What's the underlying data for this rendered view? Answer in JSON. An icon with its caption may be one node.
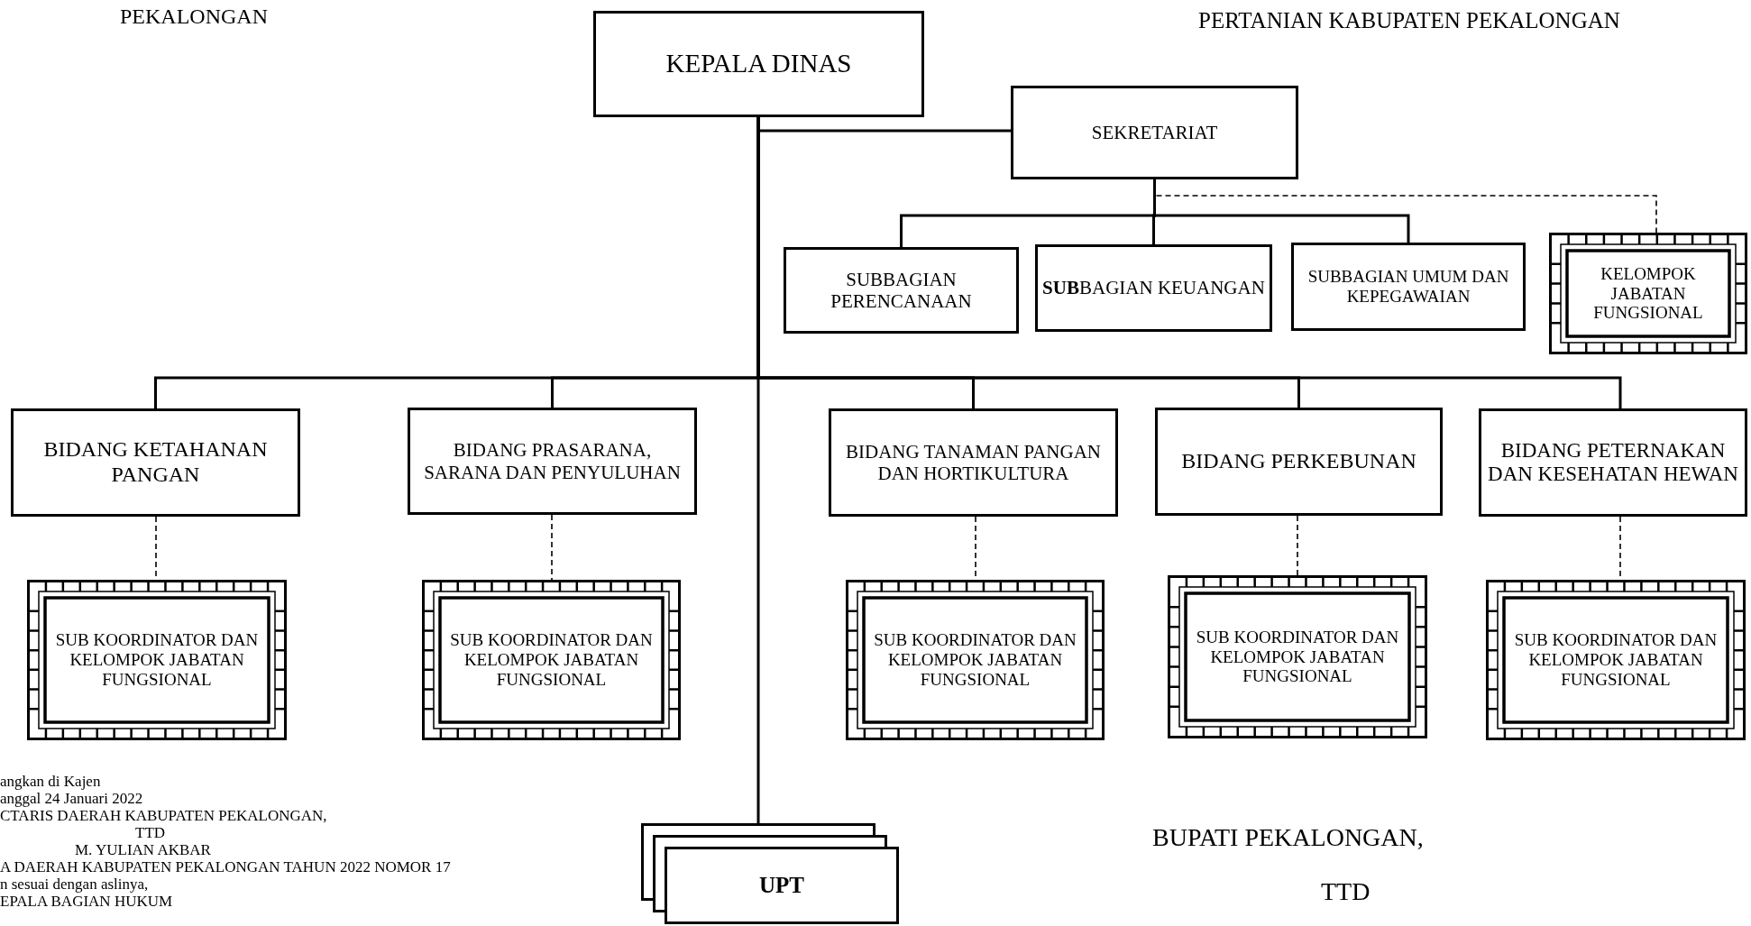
{
  "diagram": {
    "nodes": [
      {
        "text": [
          "KEPALA DINAS"
        ]
      },
      {
        "text": [
          "SEKRETARIAT"
        ]
      },
      {
        "text": [
          "SUBBAGIAN PERENCANAAN"
        ]
      },
      {
        "text": [
          "**SUB**BAGIAN KEUANGAN"
        ]
      },
      {
        "text": [
          "SUBBAGIAN UMUM DAN KEPEGAWAIAN"
        ]
      },
      {
        "text": [
          "KELOMPOK JABATAN FUNGSIONAL"
        ]
      },
      {
        "text": [
          "BIDANG KETAHANAN PANGAN"
        ]
      },
      {
        "text": [
          "BIDANG PRASARANA, SARANA DAN PENYULUHAN"
        ]
      },
      {
        "text": [
          "BIDANG TANAMAN PANGAN DAN HORTIKULTURA"
        ]
      },
      {
        "text": [
          "BIDANG PERKEBUNAN"
        ]
      },
      {
        "text": [
          "BIDANG PETERNAKAN DAN KESEHATAN HEWAN"
        ]
      },
      {
        "text": [
          "SUB KOORDINATOR DAN KELOMPOK JABATAN FUNGSIONAL"
        ]
      },
      {
        "text": [
          "SUB KOORDINATOR DAN KELOMPOK JABATAN FUNGSIONAL"
        ]
      },
      {
        "text": [
          "SUB KOORDINATOR DAN KELOMPOK JABATAN FUNGSIONAL"
        ]
      },
      {
        "text": [
          "SUB KOORDINATOR DAN KELOMPOK JABATAN FUNGSIONAL"
        ]
      },
      {
        "text": [
          "SUB KOORDINATOR DAN KELOMPOK JABATAN FUNGSIONAL"
        ]
      },
      {
        "text": [
          "UPT"
        ]
      }
    ],
    "edges": [
      {
        "from": 0,
        "to": 1,
        "arrow": "none"
      },
      {
        "from": 1,
        "to": 2,
        "arrow": "none"
      },
      {
        "from": 1,
        "to": 3,
        "arrow": "none"
      },
      {
        "from": 1,
        "to": 4,
        "arrow": "none"
      },
      {
        "from": 1,
        "to": 5,
        "arrow": "none",
        "style": "dashed"
      },
      {
        "from": 0,
        "to": 6,
        "arrow": "none"
      },
      {
        "from": 0,
        "to": 7,
        "arrow": "none"
      },
      {
        "from": 0,
        "to": 8,
        "arrow": "none"
      },
      {
        "from": 0,
        "to": 9,
        "arrow": "none"
      },
      {
        "from": 0,
        "to": 10,
        "arrow": "none"
      },
      {
        "from": 6,
        "to": 11,
        "arrow": "none",
        "style": "dashed"
      },
      {
        "from": 7,
        "to": 12,
        "arrow": "none",
        "style": "dashed"
      },
      {
        "from": 8,
        "to": 13,
        "arrow": "none",
        "style": "dashed"
      },
      {
        "from": 9,
        "to": 14,
        "arrow": "none",
        "style": "dashed"
      },
      {
        "from": 10,
        "to": 15,
        "arrow": "none",
        "style": "dashed"
      },
      {
        "from": 0,
        "to": 16,
        "arrow": "none"
      }
    ],
    "labels": [
      "PEKALONGAN",
      "PERTANIAN KABUPATEN PEKALONGAN",
      "angkan di Kajen",
      "anggal 24 Januari 2022",
      "CTARIS DAERAH KABUPATEN PEKALONGAN,",
      "TTD",
      "M. YULIAN AKBAR",
      "A DAERAH KABUPATEN PEKALONGAN TAHUN 2022 NOMOR 17",
      "n sesuai dengan aslinya,",
      "EPALA BAGIAN HUKUM",
      "BUPATI PEKALONGAN,",
      "TTD"
    ]
  }
}
